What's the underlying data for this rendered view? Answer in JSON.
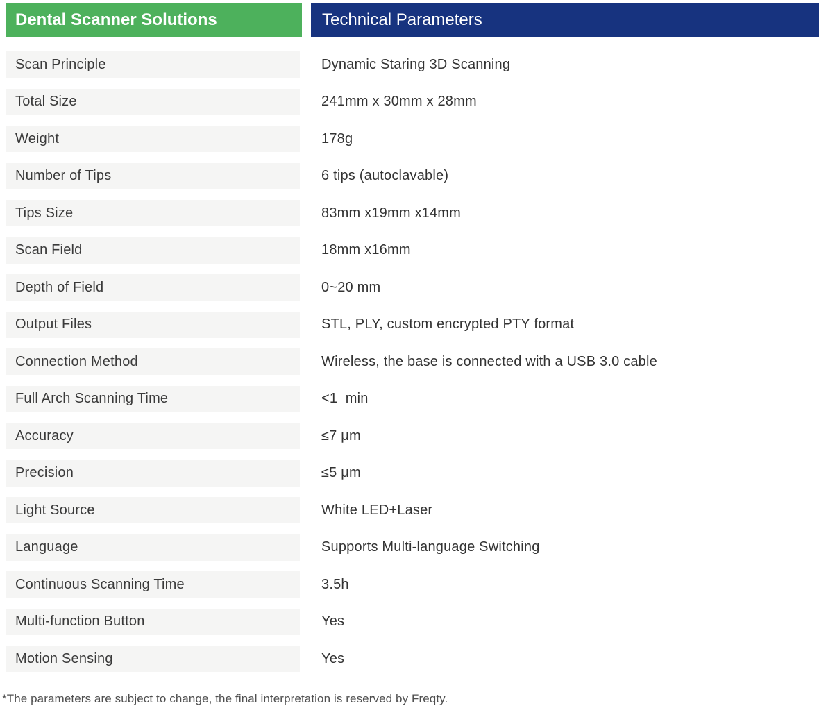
{
  "header": {
    "left_title": "Dental Scanner Solutions",
    "right_title": "Technical Parameters"
  },
  "colors": {
    "green_header_bg": "#4DB15C",
    "blue_header_bg": "#17337F",
    "header_text": "#FFFFFF",
    "row_label_bg": "#F5F5F4",
    "label_text": "#3A3A3A",
    "value_text": "#333333",
    "footer_text": "#4F4F4F",
    "page_bg": "#FFFFFF"
  },
  "table": {
    "rows": [
      {
        "label": "Scan Principle",
        "value": "Dynamic Staring 3D Scanning"
      },
      {
        "label": "Total Size",
        "value": "241mm x 30mm x 28mm"
      },
      {
        "label": "Weight",
        "value": "178g"
      },
      {
        "label": "Number of Tips",
        "value": "6 tips (autoclavable)"
      },
      {
        "label": "Tips Size",
        "value": "83mm x19mm x14mm"
      },
      {
        "label": "Scan Field",
        "value": "18mm x16mm"
      },
      {
        "label": "Depth of Field",
        "value": "0~20 mm"
      },
      {
        "label": "Output Files",
        "value": "STL, PLY, custom encrypted PTY format"
      },
      {
        "label": "Connection Method",
        "value": "Wireless, the base is connected with a USB 3.0 cable"
      },
      {
        "label": "Full Arch Scanning Time",
        "value": "<1  min"
      },
      {
        "label": "Accuracy",
        "value": "≤7 μm"
      },
      {
        "label": "Precision",
        "value": "≤5 μm"
      },
      {
        "label": "Light Source",
        "value": "White LED+Laser"
      },
      {
        "label": "Language",
        "value": "Supports Multi-language Switching"
      },
      {
        "label": "Continuous Scanning Time",
        "value": "3.5h"
      },
      {
        "label": "Multi-function Button",
        "value": "Yes"
      },
      {
        "label": "Motion Sensing",
        "value": "Yes"
      }
    ]
  },
  "footer": {
    "note": "*The parameters are subject to change, the final interpretation is reserved by Freqty."
  }
}
